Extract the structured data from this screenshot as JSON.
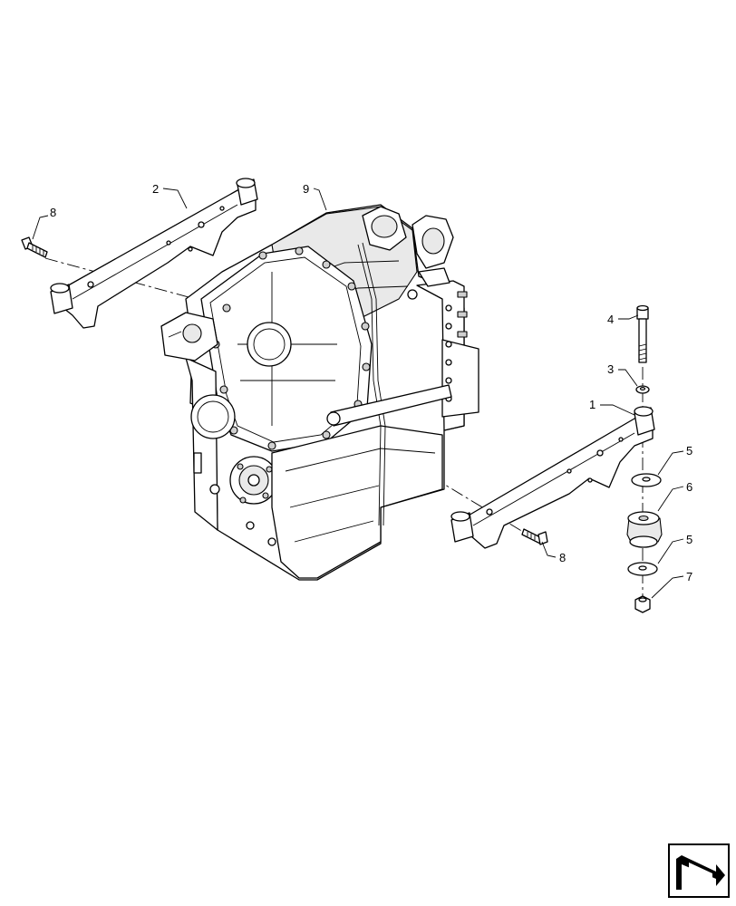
{
  "callouts": {
    "c1": "1",
    "c2": "2",
    "c3": "3",
    "c4": "4",
    "c5a": "5",
    "c5b": "5",
    "c6": "6",
    "c7": "7",
    "c8a": "8",
    "c8b": "8",
    "c9": "9"
  },
  "icons": {
    "nav": "next-page-arrow-icon"
  }
}
